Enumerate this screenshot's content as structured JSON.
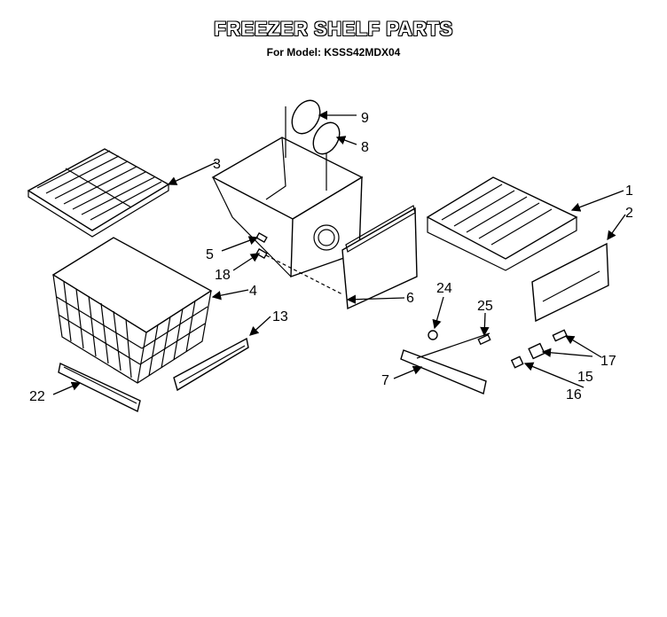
{
  "header": {
    "title": "FREEZER SHELF PARTS",
    "subtitle": "For Model: KSSS42MDX04"
  },
  "callouts": {
    "c1": "1",
    "c2": "2",
    "c3": "3",
    "c4": "4",
    "c5": "5",
    "c6": "6",
    "c7": "7",
    "c8": "8",
    "c9": "9",
    "c13": "13",
    "c15": "15",
    "c16": "16",
    "c17": "17",
    "c18": "18",
    "c22": "22",
    "c24": "24",
    "c25": "25"
  }
}
